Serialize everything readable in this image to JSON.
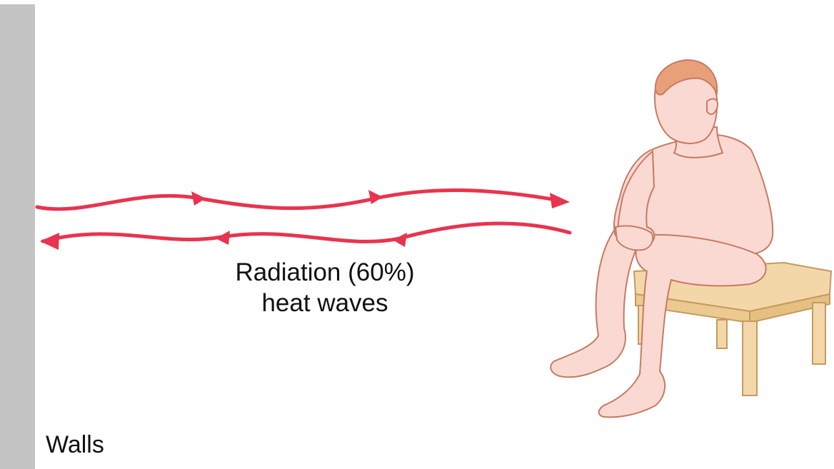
{
  "diagram": {
    "wall_label": "Walls",
    "caption_line1": "Radiation (60%)",
    "caption_line2": "heat waves",
    "wave_color": "#e8344e",
    "wall_color": "#c4c4c4",
    "skin_color": "#fbd9d3",
    "stool_color": "#f3d7a8"
  }
}
